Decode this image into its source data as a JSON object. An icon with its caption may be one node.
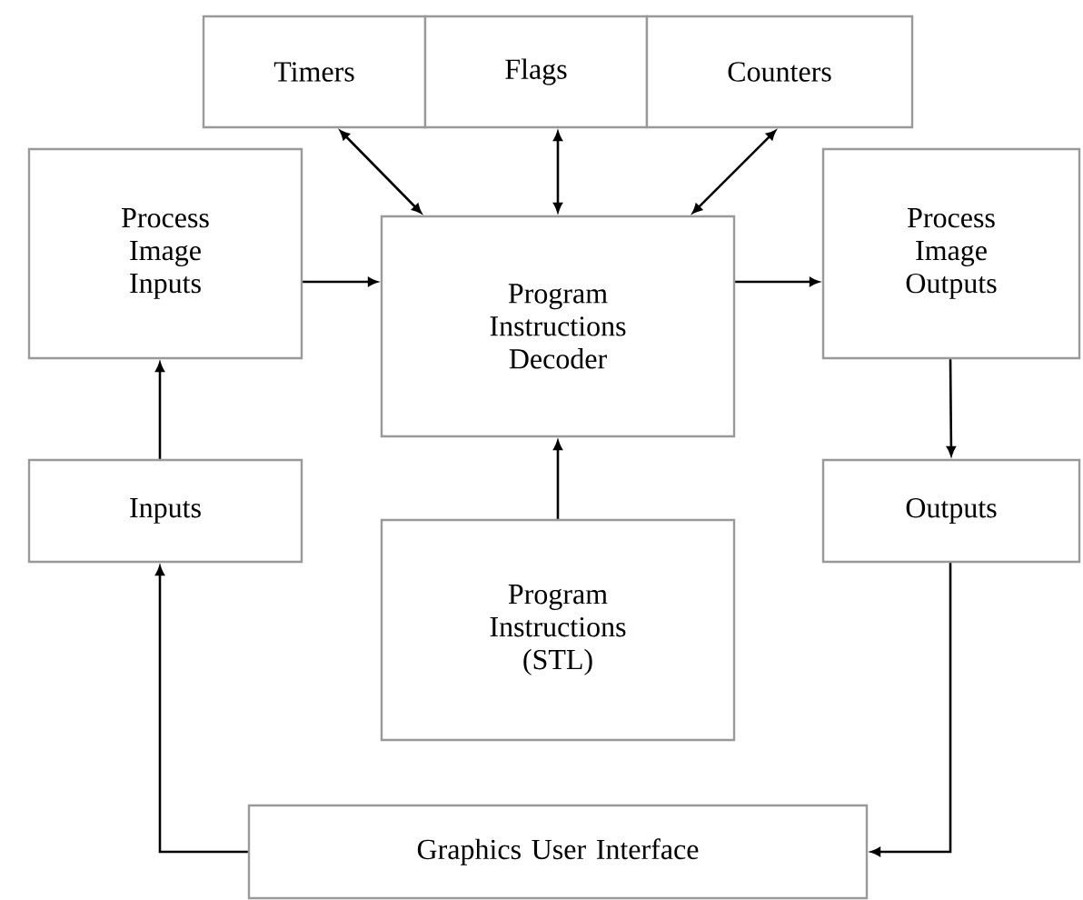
{
  "diagram": {
    "nodes": [
      {
        "text": [
          "Timers"
        ]
      },
      {
        "text": [
          "Flags"
        ]
      },
      {
        "text": [
          "Counters"
        ]
      },
      {
        "text": [
          "Process Image Inputs"
        ]
      },
      {
        "text": [
          "Program Instructions Decoder"
        ]
      },
      {
        "text": [
          "Process Image Outputs"
        ]
      },
      {
        "text": [
          "Inputs"
        ]
      },
      {
        "text": [
          "Program Instructions (STL)"
        ]
      },
      {
        "text": [
          "Outputs"
        ]
      },
      {
        "text": [
          "Graphics User Interface"
        ]
      }
    ],
    "edges": [
      {
        "from": 0,
        "to": 4,
        "arrow": "both"
      },
      {
        "from": 1,
        "to": 4,
        "arrow": "both"
      },
      {
        "from": 2,
        "to": 4,
        "arrow": "both"
      },
      {
        "from": 3,
        "to": 4,
        "arrow": "to"
      },
      {
        "from": 4,
        "to": 5,
        "arrow": "to"
      },
      {
        "from": 6,
        "to": 3,
        "arrow": "to"
      },
      {
        "from": 5,
        "to": 8,
        "arrow": "to"
      },
      {
        "from": 7,
        "to": 4,
        "arrow": "to"
      },
      {
        "from": 9,
        "to": 6,
        "arrow": "to"
      },
      {
        "from": 8,
        "to": 9,
        "arrow": "to"
      }
    ]
  }
}
